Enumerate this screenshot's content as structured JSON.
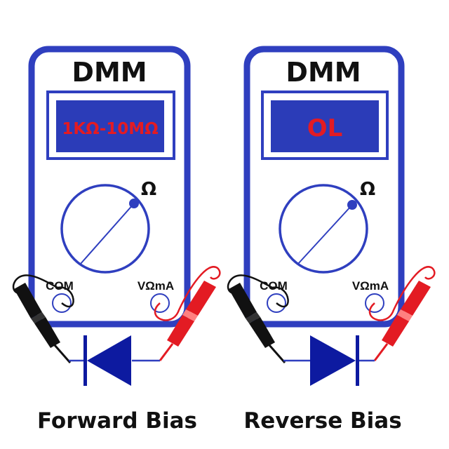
{
  "colors": {
    "meter_blue": "#2f3fbf",
    "display_blue": "#2b3cb8",
    "display_text_red": "#e31b23",
    "diode_blue": "#0d1aa0",
    "probe_red": "#e31b23",
    "probe_black": "#111111",
    "text_black": "#111111"
  },
  "meters": [
    {
      "title": "DMM",
      "display": "1KΩ-10MΩ",
      "dial_symbol": "Ω",
      "port_com": "COM",
      "port_vma": "VΩmA",
      "diode_direction": "forward",
      "caption": "Forward Bias"
    },
    {
      "title": "DMM",
      "display": "OL",
      "dial_symbol": "Ω",
      "port_com": "COM",
      "port_vma": "VΩmA",
      "diode_direction": "reverse",
      "caption": "Reverse Bias"
    }
  ]
}
